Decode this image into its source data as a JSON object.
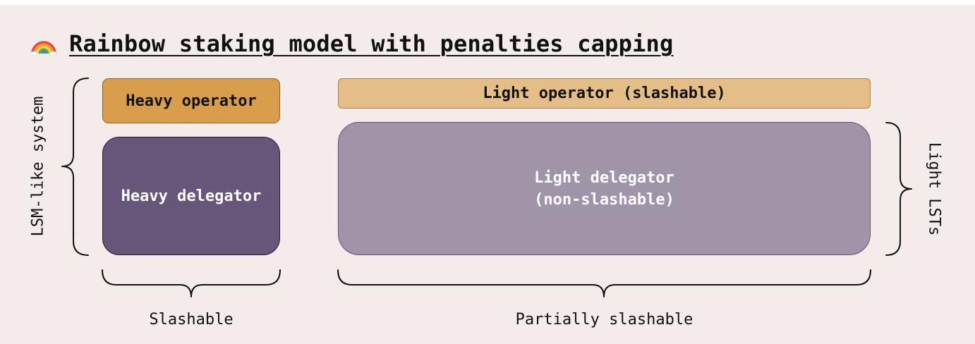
{
  "title": {
    "text": "Rainbow staking model with penalties capping",
    "icon": "rainbow-icon"
  },
  "boxes": {
    "heavy_operator": "Heavy operator",
    "heavy_delegator": "Heavy delegator",
    "light_operator": "Light operator (slashable)",
    "light_delegator_line1": "Light delegator",
    "light_delegator_line2": "(non-slashable)"
  },
  "labels": {
    "left_group": "LSM-like system",
    "right_group": "Light LSTs",
    "bottom_left": "Slashable",
    "bottom_right": "Partially slashable"
  },
  "colors": {
    "background": "#f3ecea",
    "heavy_operator": "#d99e4b",
    "heavy_delegator": "#66577a",
    "light_operator": "#e4bd87",
    "light_delegator": "#a094a8"
  }
}
